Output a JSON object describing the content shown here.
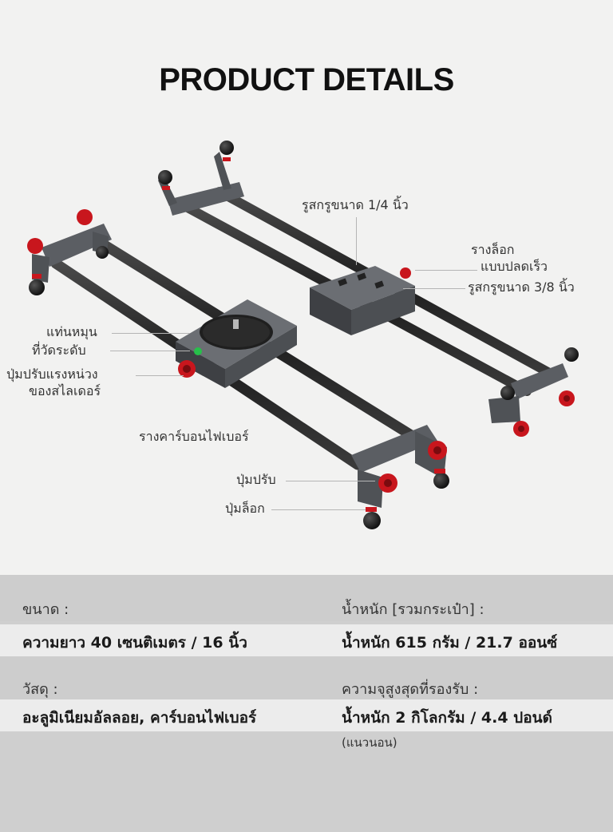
{
  "page": {
    "title": "PRODUCT DETAILS"
  },
  "callouts": {
    "hole_quarter": "รูสกรูขนาด 1/4 นิ้ว",
    "quick_release_1": "รางล็อก",
    "quick_release_2": "แบบปลดเร็ว",
    "hole_three_eighths": "รูสกรูขนาด 3/8 นิ้ว",
    "swivel": "แท่นหมุน",
    "level": "ที่วัดระดับ",
    "damping_1": "ปุ่มปรับแรงหน่วง",
    "damping_2": "ของสไลเดอร์",
    "carbon_rail": "รางคาร์บอนไฟเบอร์",
    "adjust_knob": "ปุ่มปรับ",
    "lock_knob": "ปุ่มล็อก"
  },
  "specs": {
    "size_label": "ขนาด :",
    "size_value": "ความยาว 40 เซนติเมตร / 16 นิ้ว",
    "weight_label": "น้ำหนัก [รวมกระเป๋า] :",
    "weight_value": "น้ำหนัก 615 กรัม / 21.7 ออนซ์",
    "material_label": "วัสดุ :",
    "material_value": "อะลูมิเนียมอัลลอย, คาร์บอนไฟเบอร์",
    "load_label": "ความจุสูงสุดที่รองรับ :",
    "load_value": "น้ำหนัก 2 กิโลกรัม / 4.4 ปอนด์",
    "load_note": "(แนวนอน)"
  },
  "colors": {
    "accent_red": "#c8161d",
    "rail_dark": "#2a2a2a",
    "metal_gray": "#5b5e63",
    "band_gray": "#cdcdcd",
    "value_band": "#ececec"
  }
}
